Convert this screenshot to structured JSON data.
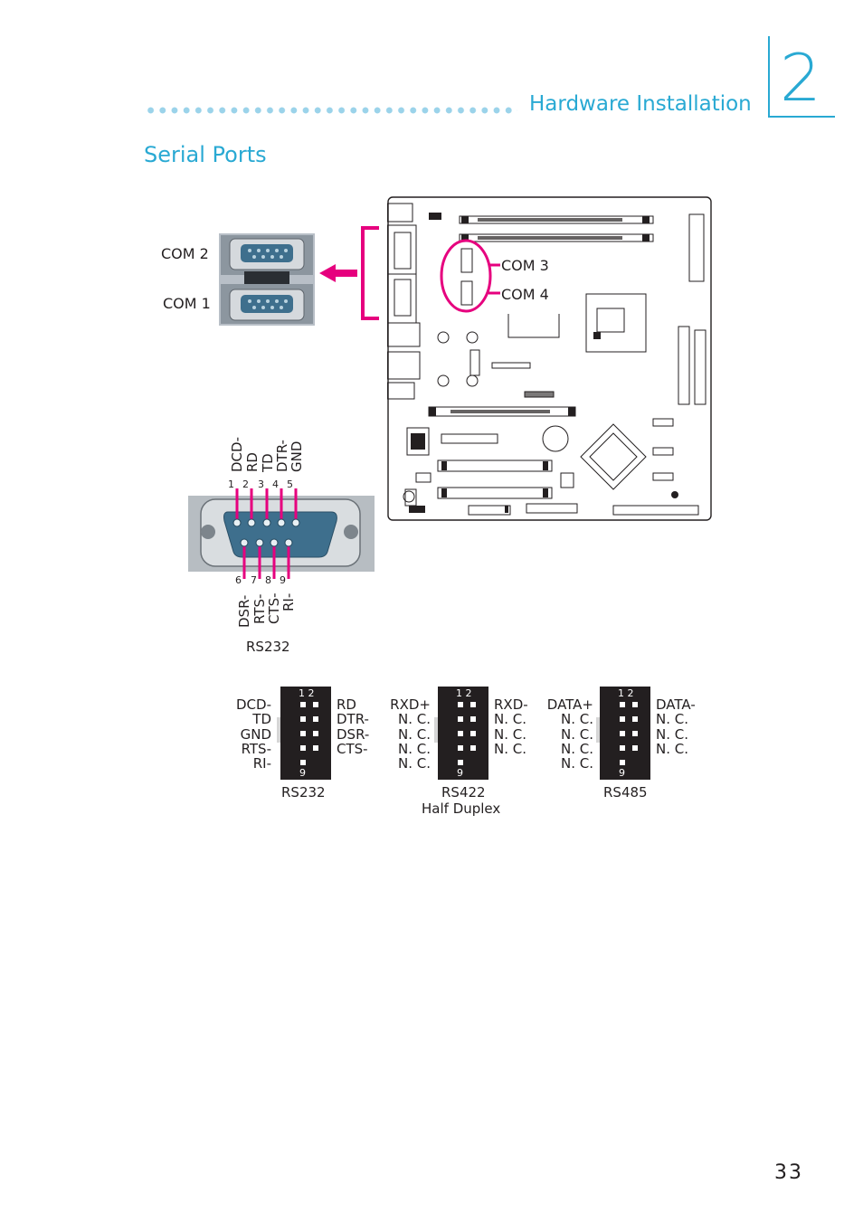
{
  "header": {
    "section_title": "Hardware  Installation",
    "chapter_number": "2"
  },
  "page": {
    "title": "Serial Ports",
    "number": "33"
  },
  "rear_ports": {
    "com2": "COM  2",
    "com1": "COM  1"
  },
  "board": {
    "com3": "COM  3",
    "com4": "COM  4"
  },
  "db9": {
    "top_pin_numbers": [
      "1",
      "2",
      "3",
      "4",
      "5"
    ],
    "bottom_pin_numbers": [
      "6",
      "7",
      "8",
      "9"
    ],
    "top_signals": [
      "DCD-",
      "RD",
      "TD",
      "DTR-",
      "GND"
    ],
    "bottom_signals": [
      "DSR-",
      "RTS-",
      "CTS-",
      "RI-"
    ],
    "caption": "RS232"
  },
  "headers": [
    {
      "pin_top": "1 2",
      "pin_bottom": "9",
      "left": [
        "DCD-",
        "TD",
        "GND",
        "RTS-",
        "RI-"
      ],
      "right": [
        "RD",
        "DTR-",
        "DSR-",
        "CTS-"
      ],
      "caption": "RS232",
      "subcaption": ""
    },
    {
      "pin_top": "1 2",
      "pin_bottom": "9",
      "left": [
        "RXD+",
        "N. C.",
        "N. C.",
        "N. C.",
        "N. C."
      ],
      "right": [
        "RXD-",
        "N. C.",
        "N. C.",
        "N. C."
      ],
      "caption": "RS422",
      "subcaption": "Half  Duplex"
    },
    {
      "pin_top": "1 2",
      "pin_bottom": "9",
      "left": [
        "DATA+",
        "N. C.",
        "N. C.",
        "N. C.",
        "N. C."
      ],
      "right": [
        "DATA-",
        "N. C.",
        "N. C.",
        "N. C."
      ],
      "caption": "RS485",
      "subcaption": ""
    }
  ],
  "colors": {
    "accent": "#29a9d3",
    "highlight": "#e6007e"
  }
}
